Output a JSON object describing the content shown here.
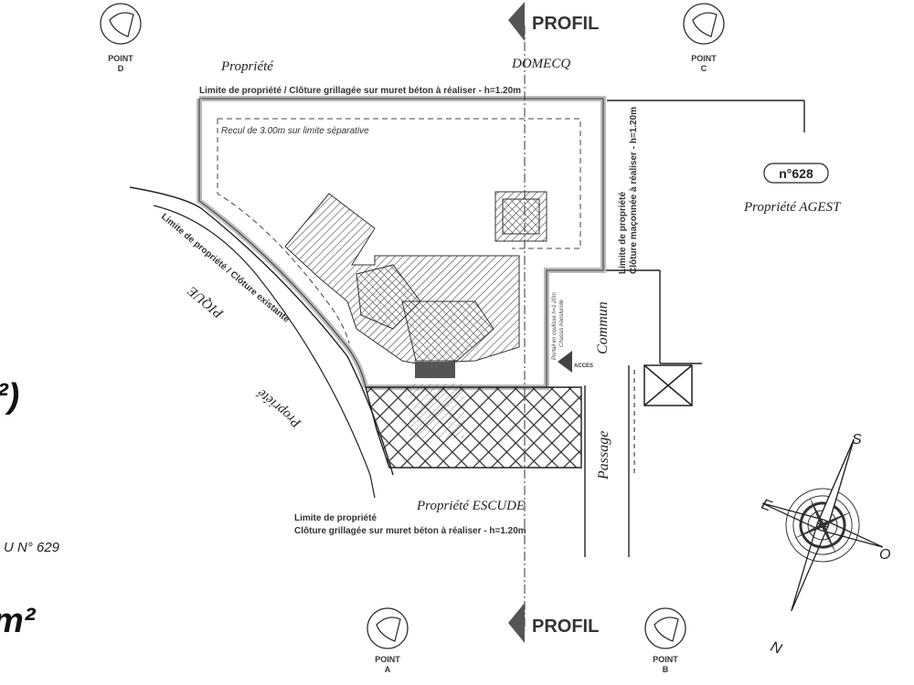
{
  "profil_label": "PROFIL",
  "points": [
    {
      "id": "point-a",
      "line1": "POINT",
      "line2": "A"
    },
    {
      "id": "point-b",
      "line1": "POINT",
      "line2": "B"
    },
    {
      "id": "point-c",
      "line1": "POINT",
      "line2": "C"
    },
    {
      "id": "point-d",
      "line1": "POINT",
      "line2": "D"
    }
  ],
  "labels": {
    "propriete_top": "Propriété",
    "domecq": "DOMECQ",
    "limite_top": "Limite de propriété / Clôture grillagée sur muret béton à réaliser - h=1.20m",
    "recul": "Recul de 3.00m sur limite séparative",
    "limite_right_1": "Limite de propriété",
    "limite_right_2": "Clôture maçonnée à réaliser - h=1.20m",
    "parcel_number": "n°628",
    "propriete_agest": "Propriété  AGEST",
    "limite_left": "Limite de propriété / Clôture existante",
    "pique": "PIQUE",
    "propriete_left": "Propriété",
    "commun": "Commun",
    "passage": "Passage",
    "acces": "ACCES",
    "portail_1": "Portail en coulisse h=1.20m",
    "portail_2": "Chassis translucide",
    "limite_bottom_1": "Limite de propriété",
    "limite_bottom_2": "Clôture grillagée sur muret béton à réaliser - h=1.20m",
    "propriete_escude": "Propriété  ESCUDE",
    "edge_parcel": "U N° 629",
    "edge_sup_1": "²)",
    "edge_sup_2": "m²"
  },
  "compass": {
    "n": "N",
    "s": "S",
    "e": "E",
    "o": "O"
  },
  "colors": {
    "line": "#222222",
    "hatch": "#555555",
    "wall": "#c8c8c8",
    "profile_arrow": "#555555"
  }
}
